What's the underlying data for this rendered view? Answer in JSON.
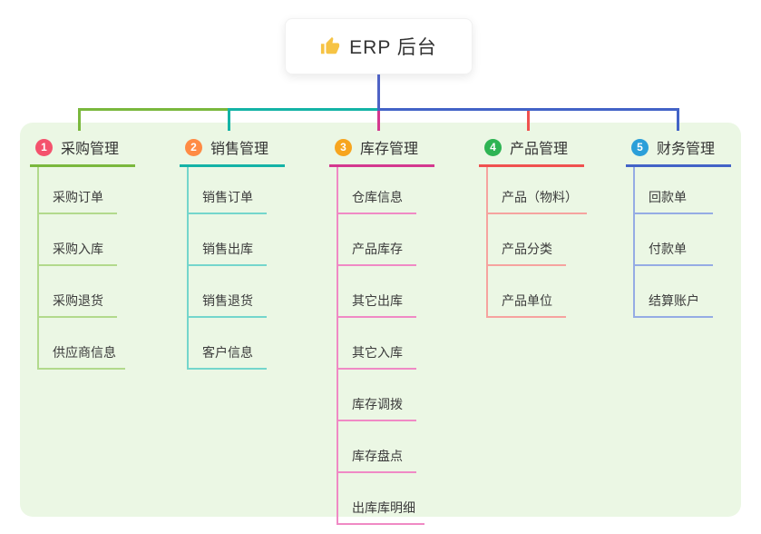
{
  "title": {
    "icon": "thumbs-up",
    "label": "ERP 后台"
  },
  "colors": {
    "background": "#ffffff",
    "panel": "#ebf7e4",
    "root_line": "#4f63c5",
    "text": "#3a3a3a"
  },
  "branches": [
    {
      "num": "1",
      "label": "采购管理",
      "badge_color": "#f4526d",
      "line_color": "#7ab83d",
      "child_line_color": "#b2da8c",
      "children": [
        "采购订单",
        "采购入库",
        "采购退货",
        "供应商信息"
      ]
    },
    {
      "num": "2",
      "label": "销售管理",
      "badge_color": "#ff8b44",
      "line_color": "#14b3a6",
      "child_line_color": "#74d6cc",
      "children": [
        "销售订单",
        "销售出库",
        "销售退货",
        "客户信息"
      ]
    },
    {
      "num": "3",
      "label": "库存管理",
      "badge_color": "#f7a51f",
      "line_color": "#d4388f",
      "child_line_color": "#f08ac5",
      "children": [
        "仓库信息",
        "产品库存",
        "其它出库",
        "其它入库",
        "库存调拨",
        "库存盘点",
        "出库库明细"
      ]
    },
    {
      "num": "4",
      "label": "产品管理",
      "badge_color": "#2eb453",
      "line_color": "#f0514f",
      "child_line_color": "#f6a39f",
      "children": [
        "产品（物料）",
        "产品分类",
        "产品单位"
      ]
    },
    {
      "num": "5",
      "label": "财务管理",
      "badge_color": "#2b9fd9",
      "line_color": "#4363c7",
      "child_line_color": "#95ace4",
      "children": [
        "回款单",
        "付款单",
        "结算账户"
      ]
    }
  ]
}
